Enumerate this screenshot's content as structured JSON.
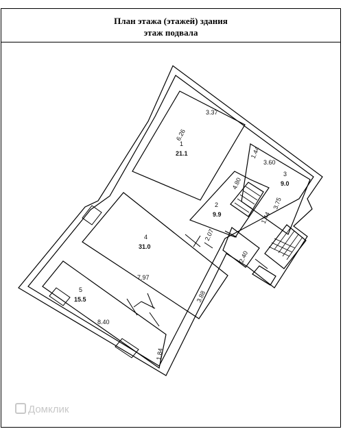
{
  "header": {
    "title": "План этажа (этажей) здания",
    "subtitle": "этаж подвала"
  },
  "rooms": [
    {
      "number": "1",
      "area": "21.1"
    },
    {
      "number": "2",
      "area": "9.9"
    },
    {
      "number": "3",
      "area": "9.0"
    },
    {
      "number": "4",
      "area": "31.0"
    },
    {
      "number": "5",
      "area": "15.5"
    }
  ],
  "dimensions": {
    "room1_a": "3.37",
    "room1_b": "6.26",
    "room3_a": "1.44",
    "room3_b": "3.60",
    "room3_c": "3.75",
    "room2_a": "4.80",
    "room2_b": "1.44",
    "room2_c": "2.07",
    "stair_a": "2.40",
    "room4_a": "7.97",
    "room4_b": "3.88",
    "room5_a": "8.40",
    "room5_b": "1.84"
  },
  "watermark": "Домклик"
}
